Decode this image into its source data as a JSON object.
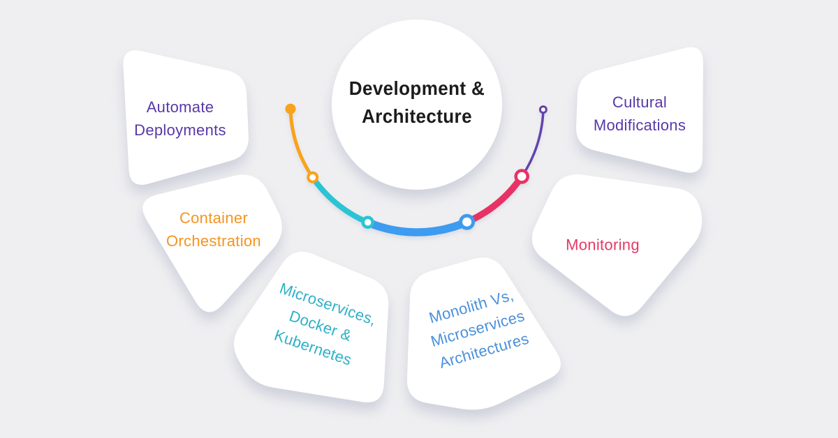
{
  "background_color": "#efeff1",
  "center": {
    "title": "Development &\nArchitecture",
    "text_color": "#1c1c1e"
  },
  "cards": [
    {
      "name": "automate-deployments",
      "label": "Automate\nDeployments",
      "color": "#5838A8"
    },
    {
      "name": "container-orchestration",
      "label": "Container\nOrchestration",
      "color": "#F5941E"
    },
    {
      "name": "microservices-docker-kubernetes",
      "label": "Microservices,\nDocker &\nKubernetes",
      "color": "#2FB0C5"
    },
    {
      "name": "monolith-vs-microservices",
      "label": "Monolith Vs,\nMicroservices\nArchitectures",
      "color": "#4A90DC"
    },
    {
      "name": "monitoring",
      "label": "Monitoring",
      "color": "#E53A67"
    },
    {
      "name": "cultural-modifications",
      "label": "Cultural\nModifications",
      "color": "#5838A8"
    }
  ],
  "arc": {
    "segments": [
      {
        "name": "orange",
        "color": "#F9A21C"
      },
      {
        "name": "teal",
        "color": "#2AC4D3"
      },
      {
        "name": "blue",
        "color": "#3E9BF0"
      },
      {
        "name": "pink",
        "color": "#E73166"
      },
      {
        "name": "purple",
        "color": "#6342AC"
      }
    ],
    "card_fill": "#ffffff",
    "shadow_color": "#a6abc2"
  }
}
